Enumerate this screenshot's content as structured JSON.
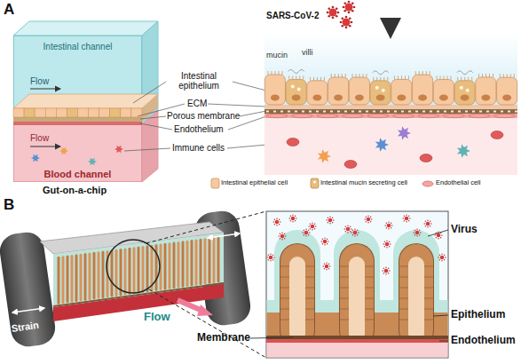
{
  "diagram": {
    "nodes": [
      {
        "text": [
          "Intestinal channel"
        ]
      },
      {
        "text": [
          "Blood channel"
        ]
      }
    ],
    "labels": [
      "A",
      "Flow",
      "Flow",
      "Gut-on-a-chip",
      "Intestinal epithelium",
      "ECM",
      "Porous membrane",
      "Endothelium",
      "Immune cells",
      "SARS-CoV-2",
      "mucin",
      "villi",
      "B",
      "Strain",
      "Flow",
      "Membrane",
      "Virus",
      "Epithelium",
      "Endothelium"
    ],
    "legend": [
      {
        "text": "Intestinal epithelial cell"
      },
      {
        "text": "Intestinal mucin secreting cell"
      },
      {
        "text": "Endothelial cell"
      }
    ]
  }
}
